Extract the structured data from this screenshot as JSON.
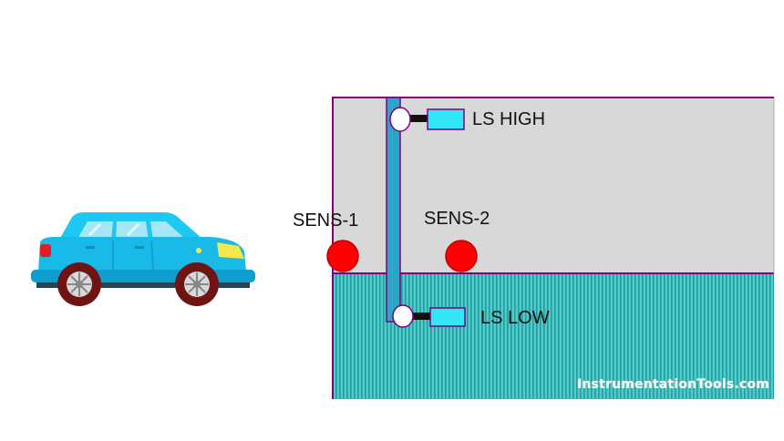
{
  "labels": {
    "ls_high": "LS HIGH",
    "ls_low": "LS LOW",
    "sens_1": "SENS-1",
    "sens_2": "SENS-2"
  },
  "watermark": "InstrumentationTools.com",
  "colors": {
    "tank_fill": "#d8d8d8",
    "tank_border": "#800080",
    "liquid": "#4cc9c9",
    "sensor": "#ff0000",
    "switch_box": "#33e6f5",
    "car_body": "#1ec8f2",
    "wheel": "#6e1414"
  }
}
